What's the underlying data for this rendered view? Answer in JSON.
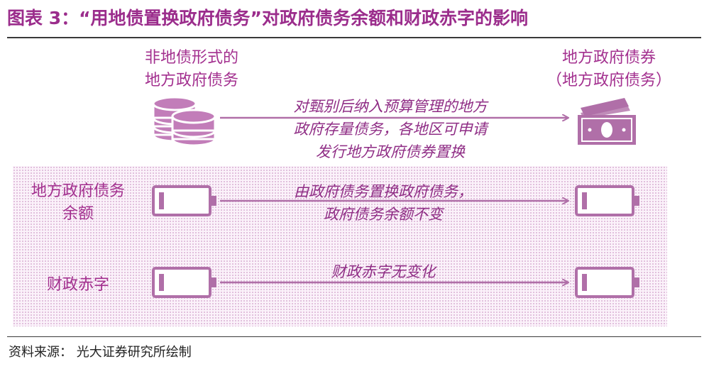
{
  "title": "图表 3：“用地债置换政府债务”对政府债务余额和财政赤字的影响",
  "source": "资料来源：  光大证券研究所绘制",
  "top_flow": {
    "left_label": [
      "非地债形式的",
      "地方政府债务"
    ],
    "right_label": [
      "地方政府债券",
      "（地方政府债务）"
    ],
    "arrow_text": [
      "对甄别后纳入预算管理的地方",
      "政府存量债务，各地区可申请",
      "发行地方政府债券置换"
    ]
  },
  "rows": [
    {
      "label": [
        "地方政府债务",
        "余额"
      ],
      "arrow_text": [
        "由政府债务置换政府债务，",
        "政府债务余额不变"
      ]
    },
    {
      "label": [
        "财政赤字"
      ],
      "arrow_text": [
        "财政赤字无变化"
      ]
    }
  ],
  "colors": {
    "accent": "#a3308f",
    "icon": "#b06fa8",
    "panel": "#fbf2fa"
  }
}
